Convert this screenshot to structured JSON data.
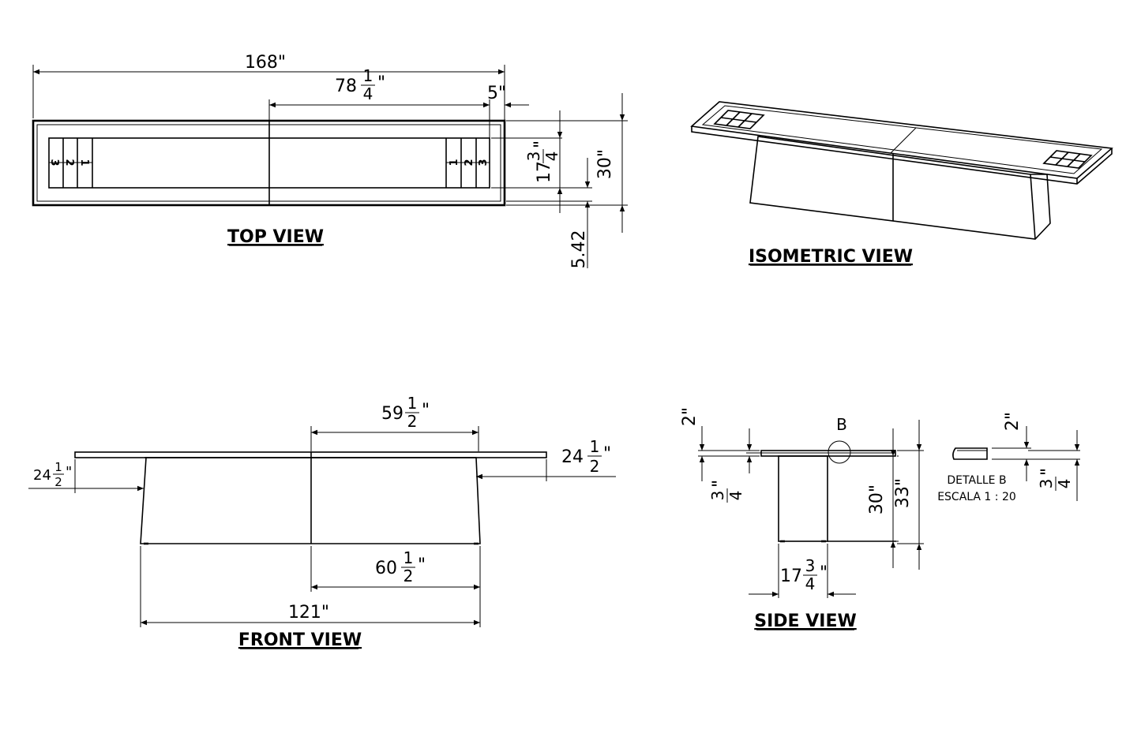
{
  "views": {
    "top": "TOP VIEW",
    "isometric": "ISOMETRIC VIEW",
    "front": "FRONT VIEW",
    "side": "SIDE VIEW"
  },
  "top_view": {
    "overall_length": "168\"",
    "center_whole": "78",
    "center_num": "1",
    "center_den": "4",
    "center_unit": "\"",
    "gap": "5\"",
    "inner_whole": "17",
    "inner_num": "3",
    "inner_den": "4",
    "inner_unit": "\"",
    "height": "30\"",
    "offset": "5.42",
    "score_digits": [
      "3",
      "2",
      "1"
    ]
  },
  "front_view": {
    "upper_whole": "59",
    "upper_num": "1",
    "upper_den": "2",
    "upper_unit": "\"",
    "right_whole": "24",
    "right_num": "1",
    "right_den": "2",
    "right_unit": "\"",
    "left_whole": "24",
    "left_num": "1",
    "left_den": "2",
    "left_unit": "\"",
    "lower_whole": "60",
    "lower_num": "1",
    "lower_den": "2",
    "lower_unit": "\"",
    "overall": "121\""
  },
  "side_view": {
    "top_thickness": "2\"",
    "lip_num": "3",
    "lip_den": "4",
    "lip_unit": "\"",
    "height_30": "30\"",
    "height_33": "33\"",
    "base_whole": "17",
    "base_num": "3",
    "base_den": "4",
    "base_unit": "\"",
    "detail_marker": "B"
  },
  "detail_b": {
    "title": "DETALLE B",
    "scale": "ESCALA 1 : 20",
    "thickness": "2\"",
    "lip_num": "3",
    "lip_den": "4",
    "lip_unit": "\""
  }
}
